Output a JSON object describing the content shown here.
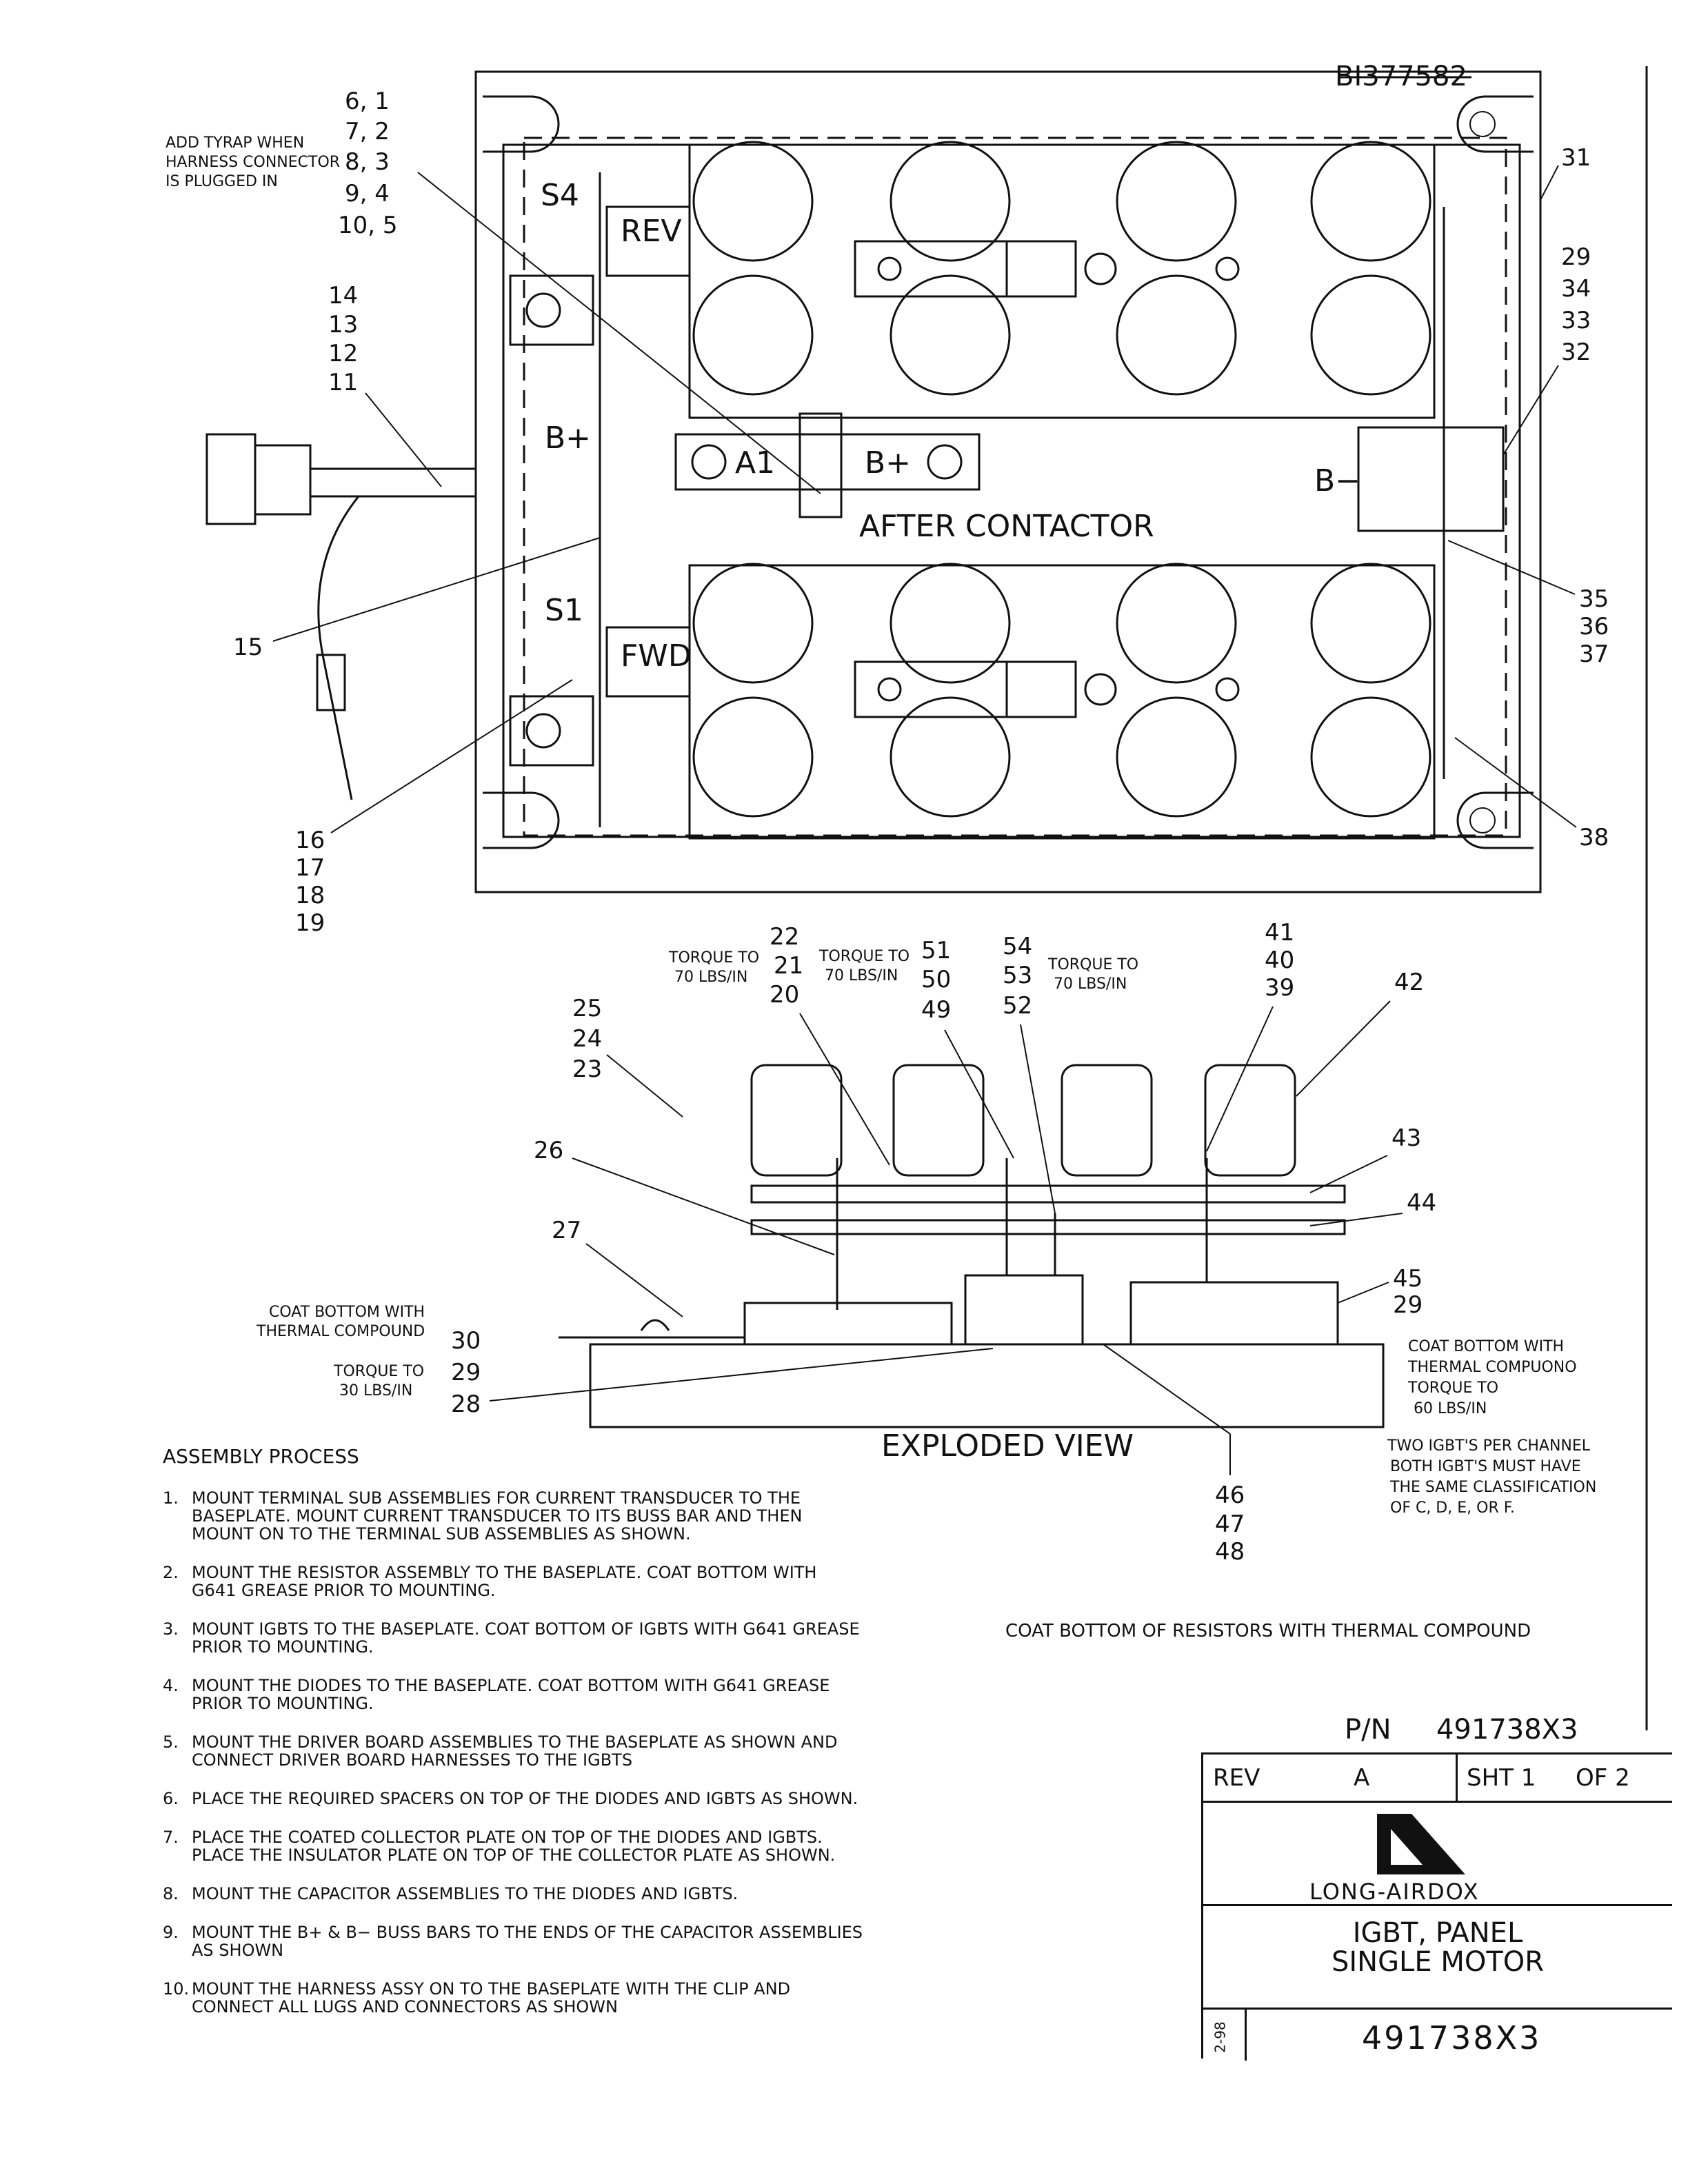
{
  "drawing_id": "BI377582",
  "notes": {
    "tyrap": [
      "ADD TYRAP WHEN",
      "HARNESS CONNECTOR",
      "IS PLUGGED IN"
    ],
    "coat_left": [
      "COAT BOTTOM WITH",
      "THERMAL COMPOUND"
    ],
    "torque_left": [
      "TORQUE TO",
      "30 LBS/IN"
    ],
    "coat_right": [
      "COAT BOTTOM WITH",
      "THERMAL COMPUONO",
      "TORQUE TO",
      "60 LBS/IN"
    ],
    "igbt_note": [
      "TWO IGBT'S PER CHANNEL",
      "BOTH IGBT'S MUST HAVE",
      "THE SAME CLASSIFICATION",
      "OF C, D, E, OR F."
    ],
    "torque_a": [
      "TORQUE TO",
      "70 LBS/IN"
    ],
    "torque_b": [
      "TORQUE TO",
      "70 LBS/IN"
    ],
    "torque_c": [
      "TORQUE TO",
      "70 LBS/IN"
    ],
    "resistors": "COAT BOTTOM OF RESISTORS WITH THERMAL COMPOUND"
  },
  "top_view": {
    "s4": "S4",
    "rev": "REV",
    "bplus": "B+",
    "a1": "A1",
    "bplus2": "B+",
    "after_contactor": "AFTER CONTACTOR",
    "bminus": "B−",
    "s1": "S1",
    "fwd": "FWD"
  },
  "callouts": {
    "c6_1": "6, 1",
    "c7_2": "7, 2",
    "c8_3": "8, 3",
    "c9_4": "9, 4",
    "c10_5": "10, 5",
    "c14": "14",
    "c13": "13",
    "c12": "12",
    "c11": "11",
    "c15": "15",
    "c16": "16",
    "c17": "17",
    "c18": "18",
    "c19": "19",
    "c31": "31",
    "c29a": "29",
    "c34": "34",
    "c33": "33",
    "c32": "32",
    "c35": "35",
    "c36": "36",
    "c37": "37",
    "c38": "38",
    "c22": "22",
    "c21": "21",
    "c20": "20",
    "c51": "51",
    "c50": "50",
    "c49": "49",
    "c54": "54",
    "c53": "53",
    "c52": "52",
    "c41": "41",
    "c40": "40",
    "c39": "39",
    "c42": "42",
    "c25": "25",
    "c24": "24",
    "c23": "23",
    "c26": "26",
    "c27": "27",
    "c43": "43",
    "c44": "44",
    "c45": "45",
    "c29b": "29",
    "c30": "30",
    "c29c": "29",
    "c28": "28",
    "c46": "46",
    "c47": "47",
    "c48": "48"
  },
  "exploded_title": "EXPLODED VIEW",
  "assembly": {
    "heading": "ASSEMBLY PROCESS",
    "steps": [
      {
        "n": "1.",
        "t": "MOUNT TERMINAL SUB ASSEMBLIES FOR CURRENT TRANSDUCER TO THE BASEPLATE. MOUNT CURRENT TRANSDUCER TO ITS BUSS BAR AND THEN MOUNT ON TO THE TERMINAL SUB ASSEMBLIES AS SHOWN."
      },
      {
        "n": "2.",
        "t": "MOUNT THE RESISTOR ASSEMBLY TO THE BASEPLATE. COAT BOTTOM WITH G641 GREASE PRIOR TO MOUNTING."
      },
      {
        "n": "3.",
        "t": "MOUNT IGBTS TO THE BASEPLATE. COAT BOTTOM OF IGBTS WITH G641 GREASE PRIOR TO MOUNTING."
      },
      {
        "n": "4.",
        "t": "MOUNT THE DIODES TO THE BASEPLATE. COAT BOTTOM WITH G641 GREASE PRIOR TO MOUNTING."
      },
      {
        "n": "5.",
        "t": "MOUNT THE DRIVER BOARD ASSEMBLIES TO THE BASEPLATE AS SHOWN AND CONNECT DRIVER BOARD HARNESSES TO THE IGBTS"
      },
      {
        "n": "6.",
        "t": "PLACE THE REQUIRED SPACERS ON TOP OF THE DIODES AND IGBTS AS SHOWN."
      },
      {
        "n": "7.",
        "t": "PLACE THE COATED COLLECTOR PLATE ON TOP OF THE DIODES AND IGBTS. PLACE THE INSULATOR PLATE ON TOP OF THE COLLECTOR PLATE AS SHOWN."
      },
      {
        "n": "8.",
        "t": "MOUNT THE CAPACITOR ASSEMBLIES TO THE DIODES AND IGBTS."
      },
      {
        "n": "9.",
        "t": "MOUNT THE B+ & B− BUSS BARS TO THE ENDS OF THE CAPACITOR ASSEMBLIES AS SHOWN"
      },
      {
        "n": "10.",
        "t": "MOUNT THE HARNESS ASSY ON TO THE BASEPLATE WITH THE CLIP AND CONNECT ALL LUGS AND CONNECTORS AS SHOWN"
      }
    ]
  },
  "title_block": {
    "pn_label": "P/N",
    "pn_value": "491738X3",
    "rev_label": "REV",
    "rev_value": "A",
    "sheet": "SHT 1",
    "of": "OF 2",
    "company": "LONG-AIRDOX",
    "title1": "IGBT, PANEL",
    "title2": "SINGLE MOTOR",
    "date": "2-98",
    "dwg_no": "491738X3"
  }
}
